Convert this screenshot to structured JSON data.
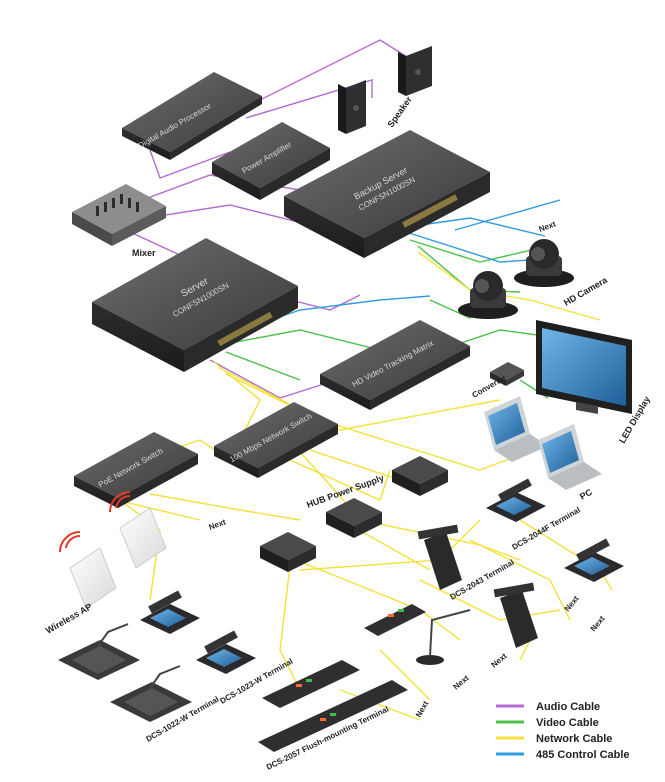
{
  "colors": {
    "audio": "#b36bd1",
    "video": "#4cc04a",
    "network": "#f2e23a",
    "control": "#2f9be0",
    "device_dark": "#3c3c3e",
    "device_top": "#5a5a5c"
  },
  "devices": {
    "digital_audio_processor": "Digital Audio Processor",
    "power_amplifier": "Power Amplifier",
    "speaker": "Speaker",
    "backup_server": "Backup Server",
    "backup_server_model": "CONFSN1000SN",
    "mixer": "Mixer",
    "server": "Server",
    "server_model": "CONFSN1000SN",
    "hd_camera": "HD Camera",
    "video_tracking_matrix": "HD Video Tracking Matrix",
    "converter": "Converter",
    "led_display": "LED Display",
    "pc": "PC",
    "poe_switch": "PoE Network Switch",
    "network_switch": "100 Mbps Network Switch",
    "hub_power_supply": "HUB Power Supply",
    "wireless_ap": "Wireless AP",
    "dcs_2044f": "DCS-2044F Terminal",
    "dcs_2043": "DCS-2043 Terminal",
    "dcs_1023w": "DCS-1023-W Terminal",
    "dcs_1022w": "DCS-1022-W Terminal",
    "dcs_2057": "DCS-2057 Flush-mounting Terminal"
  },
  "next_labels": [
    "Next",
    "Next",
    "Next",
    "Next",
    "Next",
    "Next",
    "Next"
  ],
  "legend": [
    {
      "label": "Audio Cable",
      "color": "#b36bd1"
    },
    {
      "label": "Video Cable",
      "color": "#4cc04a"
    },
    {
      "label": "Network Cable",
      "color": "#f2e23a"
    },
    {
      "label": "485 Control Cable",
      "color": "#2f9be0"
    }
  ]
}
